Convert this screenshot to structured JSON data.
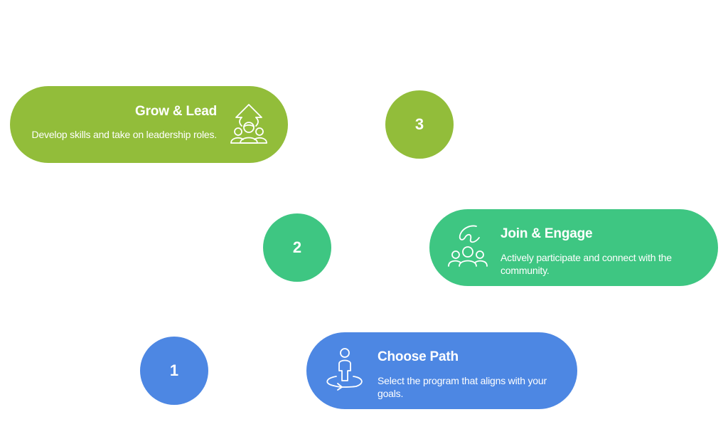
{
  "diagram": {
    "type": "staircase-steps",
    "colors": {
      "step3": "#92bd3a",
      "step2": "#3ec682",
      "step1": "#4d87e3",
      "text": "#ffffff"
    },
    "steps": [
      {
        "number": "3",
        "title": "Grow & Lead",
        "description": "Develop skills and take on leadership roles.",
        "icon": "leader-growth-icon"
      },
      {
        "number": "2",
        "title": "Join & Engage",
        "description": "Actively participate and connect with the community.",
        "icon": "community-engage-icon"
      },
      {
        "number": "1",
        "title": "Choose Path",
        "description": "Select the program that aligns with your goals.",
        "icon": "person-choose-path-icon"
      }
    ]
  }
}
